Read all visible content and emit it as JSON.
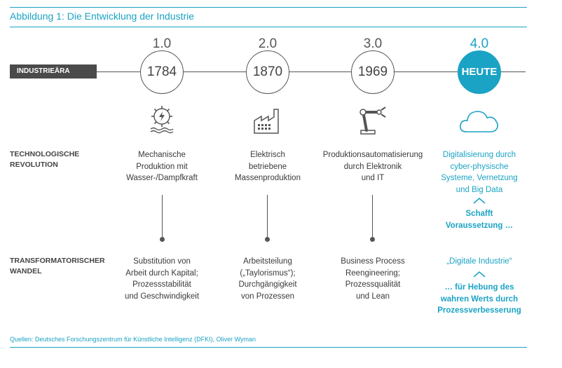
{
  "title": "Abbildung 1: Die Entwicklung der Industrie",
  "era_label": "INDUSTRIEÄRA",
  "eras": [
    {
      "version": "1.0",
      "year": "1784",
      "icon": "water-wheel-icon",
      "tech": "Mechanische\nProduktion mit\nWasser-/Dampfkraft",
      "transform": "Substitution von\nArbeit durch Kapital;\nProzessstabilität\nund Geschwindigkeit"
    },
    {
      "version": "2.0",
      "year": "1870",
      "icon": "factory-icon",
      "tech": "Elektrisch\nbetriebene\nMassenproduktion",
      "transform": "Arbeitsteilung\n(„Taylorismus“);\nDurchgängigkeit\nvon Prozessen"
    },
    {
      "version": "3.0",
      "year": "1969",
      "icon": "robot-arm-icon",
      "tech": "Produktionsautomatisierung\ndurch Elektronik\nund IT",
      "transform": "Business Process\nReengineering;\nProzessqualität\nund Lean"
    },
    {
      "version": "4.0",
      "year": "HEUTE",
      "icon": "cloud-icon",
      "tech": "Digitalisierung durch\ncyber-physische\nSysteme, Vernetzung\nund Big Data",
      "transform": "„Digitale Industrie“"
    }
  ],
  "tech_label": "TECHNOLOGISCHE\nREVOLUTION",
  "transform_label": "TRANSFORMATORISCHER\nWANDEL",
  "bridge_text": "Schafft\nVoraussetzung …",
  "final_text": "… für Hebung des\nwahren Werts durch\nProzessverbesserung",
  "source": "Quellen: Deutsches Forschungszentrum für Künstliche Intelligenz (DFKI), Oliver Wyman",
  "colors": {
    "accent": "#1aa3c4",
    "dark": "#4a4a4a"
  }
}
